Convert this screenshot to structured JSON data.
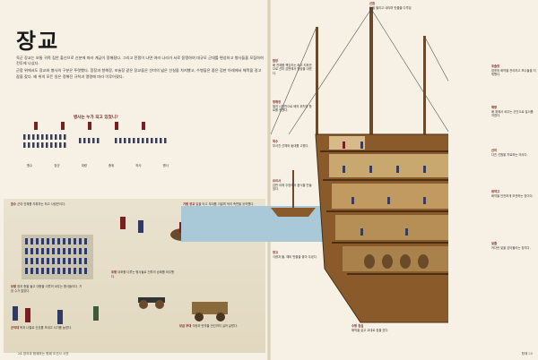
{
  "page": {
    "title": "장교",
    "footer_left": "24  영국과 함께하는 항해 조선사 사전",
    "footer_right": "항해  25"
  },
  "intro": {
    "p1": "육군 장교는 보통 귀족 집안 출신으로 신분에 따라 계급이 정해졌다. 그리고 전쟁이 나면 여러 나라가 서로 동맹하여 대규모 군대를 편성하고 병사들을 모집하여 전투에 나섰다.",
    "p2": "군함 위에서도 장교와 병사의 구분은 뚜렷했다. 함장과 항해장, 포술장 같은 장교들은 선미의 넓은 선실을 차지했고, 수병들은 좁은 갑판 아래에서 해먹을 걸고 잠을 잤다. 배 위의 모든 일은 정해진 규칙과 명령에 따라 이루어졌다."
  },
  "ranks": {
    "title": "병사는 누가 되고 있었니?",
    "labels": [
      "원수",
      "장군",
      "대령",
      "중위",
      "하사",
      "병사"
    ]
  },
  "left_captions": [
    {
      "title": "원수",
      "text": "군대 전체를 지휘하는 최고 사령관이다."
    },
    {
      "title": "보병",
      "text": "창과 총을 들고 대형을 이루어 싸우는 병사들이다. 가장 수가 많았다."
    },
    {
      "title": "기병 장교",
      "text": "말을 타고 부대를 이끌며 적의 측면을 공격했다."
    },
    {
      "title": "포병",
      "text": "대포를 다루는 병사들로 전투의 승패를 좌우했다."
    },
    {
      "title": "군악대",
      "text": "북과 나팔로 신호를 보내고 사기를 높였다."
    },
    {
      "title": "보급 부대",
      "text": "식량과 탄약을 전선까지 실어 날랐다."
    }
  ],
  "ship_callouts": [
    {
      "title": "함장",
      "text": "배 전체를 책임지는 최고 지휘관으로 선미 갑판에서 명령을 내렸다."
    },
    {
      "title": "항해장",
      "text": "별과 나침반으로 배의 위치와 항로를 정했다."
    },
    {
      "title": "선원",
      "text": "돛을 올리고 내리며 밧줄을 다루었다."
    },
    {
      "title": "포술장",
      "text": "대포와 화약을 관리하고 포수들을 지휘했다."
    },
    {
      "title": "해병",
      "text": "배 위에서 싸우는 군인으로 질서를 지켰다."
    },
    {
      "title": "목수",
      "text": "부서진 선체와 돛대를 고쳤다."
    },
    {
      "title": "선의",
      "text": "다친 선원을 치료하는 의사다."
    },
    {
      "title": "요리사",
      "text": "갑판 아래 주방에서 음식을 만들었다."
    },
    {
      "title": "화약고",
      "text": "화약을 안전하게 보관하는 방이다."
    },
    {
      "title": "창고",
      "text": "식량과 물, 예비 밧줄을 쌓아 두었다."
    },
    {
      "title": "닻줄",
      "text": "커다란 닻을 감아올리는 장치다."
    },
    {
      "title": "수병 침실",
      "text": "해먹을 걸고 교대로 잠을 잤다."
    }
  ],
  "colors": {
    "accent": "#7a1f1f",
    "hull": "#8a5a2b",
    "sea": "#9ec3d6",
    "sky": "#f6f1e4"
  }
}
